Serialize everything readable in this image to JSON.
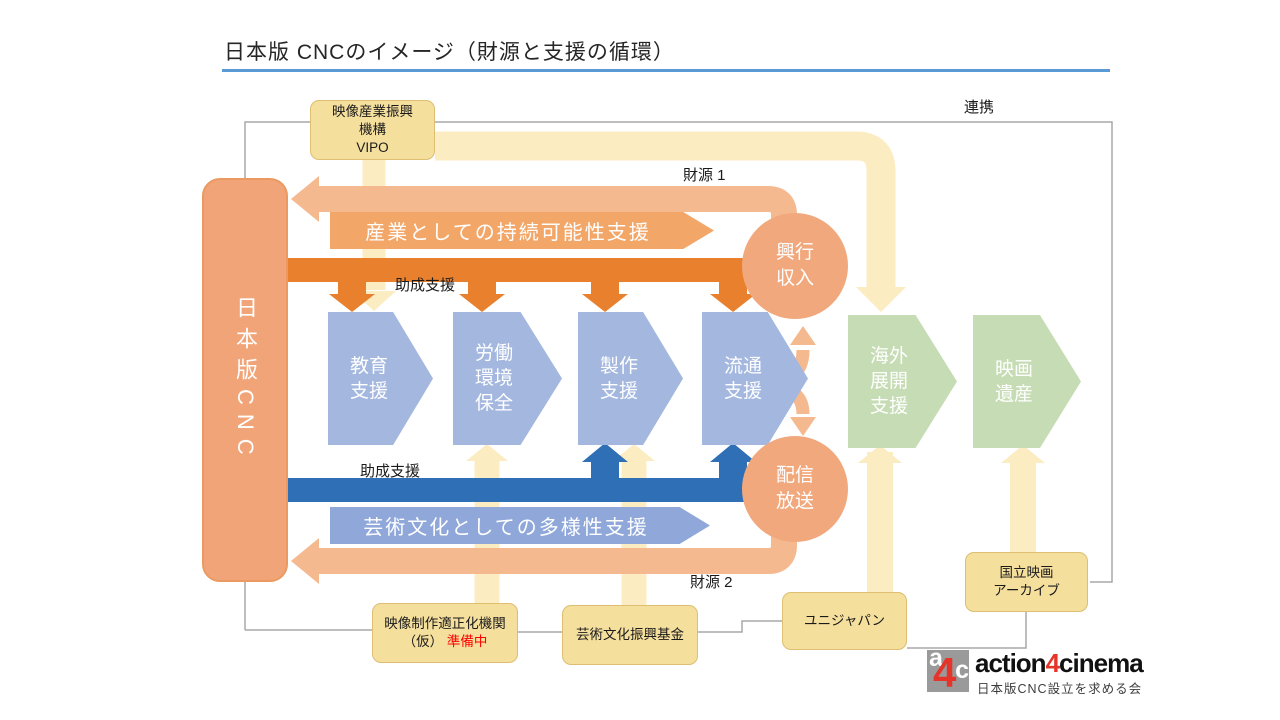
{
  "title": {
    "text": "日本版 CNCのイメージ（財源と支援の循環）"
  },
  "colors": {
    "title_underline": "#5b9bd5",
    "cnc_box": "#f1a478",
    "grant_orange": "#e8802d",
    "grant_blue": "#2e6fb5",
    "return_salmon": "#f5b990",
    "flow_cream": "#fcecc2",
    "step_blue": "#a3b7df",
    "step_green": "#c6dcb4",
    "circle_orange": "#f2a87d",
    "banner_orange": "#f2a668",
    "banner_blue": "#8fa7d9",
    "org_box_yellow": "#f5df9d",
    "loop_gray": "#a8a8a8",
    "status_red": "#ff0000",
    "logo_red": "#e5352b"
  },
  "cnc": {
    "label": "日本版CNC"
  },
  "vipo": {
    "line1": "映像産業振興",
    "line2": "機構",
    "line3": "VIPO"
  },
  "banners": {
    "industry": "産業としての持続可能性支援",
    "culture": "芸術文化としての多様性支援"
  },
  "labels": {
    "zaigen1": "財源 1",
    "zaigen2": "財源 2",
    "josei_top": "助成支援",
    "josei_bottom": "助成支援",
    "renkei": "連携"
  },
  "steps": {
    "education": {
      "line1": "教育",
      "line2": "支援"
    },
    "labor": {
      "line1": "労働",
      "line2": "環境",
      "line3": "保全"
    },
    "production": {
      "line1": "製作",
      "line2": "支援"
    },
    "distribution": {
      "line1": "流通",
      "line2": "支援"
    },
    "overseas": {
      "line1": "海外",
      "line2": "展開",
      "line3": "支援"
    },
    "heritage": {
      "line1": "映画",
      "line2": "遺産"
    }
  },
  "circles": {
    "box_office": {
      "line1": "興行",
      "line2": "収入"
    },
    "streaming": {
      "line1": "配信",
      "line2": "放送"
    }
  },
  "bottom_boxes": {
    "tekiseika": {
      "line1": "映像制作適正化機関",
      "line2_prefix": "（仮）",
      "line2_status": "準備中"
    },
    "geibun": {
      "label": "芸術文化振興基金"
    },
    "unijapan": {
      "label": "ユニジャパン"
    },
    "archive": {
      "line1": "国立映画",
      "line2": "アーカイブ"
    }
  },
  "logo": {
    "mark_a": "a",
    "mark_4": "4",
    "mark_c": "c",
    "word_prefix": "action",
    "word_4": "4",
    "word_suffix": "cinema",
    "tagline": "日本版CNC設立を求める会"
  }
}
